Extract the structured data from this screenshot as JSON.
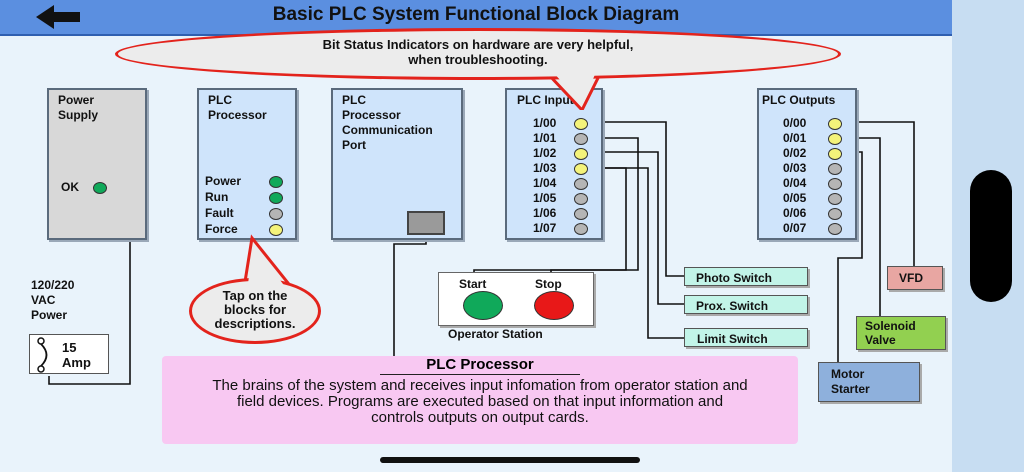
{
  "title": "Basic PLC System Functional Block Diagram",
  "bubble_top": {
    "line1": "Bit Status Indicators on hardware are very helpful,",
    "line2": "when troubleshooting."
  },
  "bubble_bottom": {
    "line1": "Tap on the",
    "line2": "blocks for",
    "line3": "descriptions."
  },
  "power_supply": {
    "title": "Power\nSupply",
    "ok_label": "OK",
    "ok_status": "green"
  },
  "plc_processor": {
    "title": "PLC\nProcessor",
    "indicators": [
      {
        "label": "Power",
        "status": "green"
      },
      {
        "label": "Run",
        "status": "green"
      },
      {
        "label": "Fault",
        "status": "gray"
      },
      {
        "label": "Force",
        "status": "yellow"
      }
    ]
  },
  "comm_port": {
    "title": "PLC\nProcessor\nCommunication\nPort"
  },
  "plc_inputs": {
    "title": "PLC Inputs",
    "points": [
      {
        "label": "1/00",
        "status": "yellow"
      },
      {
        "label": "1/01",
        "status": "gray"
      },
      {
        "label": "1/02",
        "status": "yellow"
      },
      {
        "label": "1/03",
        "status": "yellow"
      },
      {
        "label": "1/04",
        "status": "gray"
      },
      {
        "label": "1/05",
        "status": "gray"
      },
      {
        "label": "1/06",
        "status": "gray"
      },
      {
        "label": "1/07",
        "status": "gray"
      }
    ]
  },
  "plc_outputs": {
    "title": "PLC Outputs",
    "points": [
      {
        "label": "0/00",
        "status": "yellow"
      },
      {
        "label": "0/01",
        "status": "yellow"
      },
      {
        "label": "0/02",
        "status": "yellow"
      },
      {
        "label": "0/03",
        "status": "gray"
      },
      {
        "label": "0/04",
        "status": "gray"
      },
      {
        "label": "0/05",
        "status": "gray"
      },
      {
        "label": "0/06",
        "status": "gray"
      },
      {
        "label": "0/07",
        "status": "gray"
      }
    ]
  },
  "operator_station": {
    "start_label": "Start",
    "stop_label": "Stop",
    "caption": "Operator Station"
  },
  "field_inputs": {
    "photo_switch": "Photo Switch",
    "prox_switch": "Prox. Switch",
    "limit_switch": "Limit Switch"
  },
  "field_outputs": {
    "vfd": "VFD",
    "solenoid_valve": "Solenoid\nValve",
    "motor_starter": "Motor\nStarter"
  },
  "power_source": {
    "voltage": "120/220\nVAC\nPower",
    "fuse": "15\nAmp"
  },
  "description": {
    "heading": "PLC Processor",
    "body": "The brains of the system and receives input infomation from operator station and field devices.  Programs are executed based on that input information and controls outputs on output cards."
  },
  "colors": {
    "green": "#10a95a",
    "yellow": "#f4f37a",
    "gray": "#b5b5b5",
    "title_bar": "#5b8fe0",
    "bubble_border": "#e3231c"
  }
}
